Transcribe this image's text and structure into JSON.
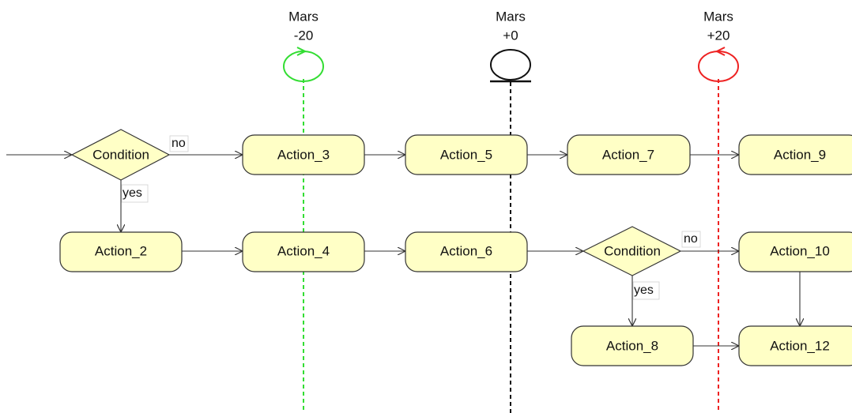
{
  "milestones": [
    {
      "title": "Mars",
      "offset": "-20",
      "color": "#33dd33",
      "symbol": "cycle-ccw-icon"
    },
    {
      "title": "Mars",
      "offset": "+0",
      "color": "#111111",
      "symbol": "milestone-icon"
    },
    {
      "title": "Mars",
      "offset": "+20",
      "color": "#ee2222",
      "symbol": "cycle-cw-icon"
    }
  ],
  "nodes": {
    "condition_1": "Condition",
    "condition_2": "Condition",
    "action_2": "Action_2",
    "action_3": "Action_3",
    "action_4": "Action_4",
    "action_5": "Action_5",
    "action_6": "Action_6",
    "action_7": "Action_7",
    "action_8": "Action_8",
    "action_9": "Action_9",
    "action_10": "Action_10",
    "action_12": "Action_12"
  },
  "edge_labels": {
    "condition_1_no": "no",
    "condition_1_yes": "yes",
    "condition_2_no": "no",
    "condition_2_yes": "yes"
  },
  "colors": {
    "node_fill": "#ffffc6",
    "node_stroke": "#333333"
  }
}
